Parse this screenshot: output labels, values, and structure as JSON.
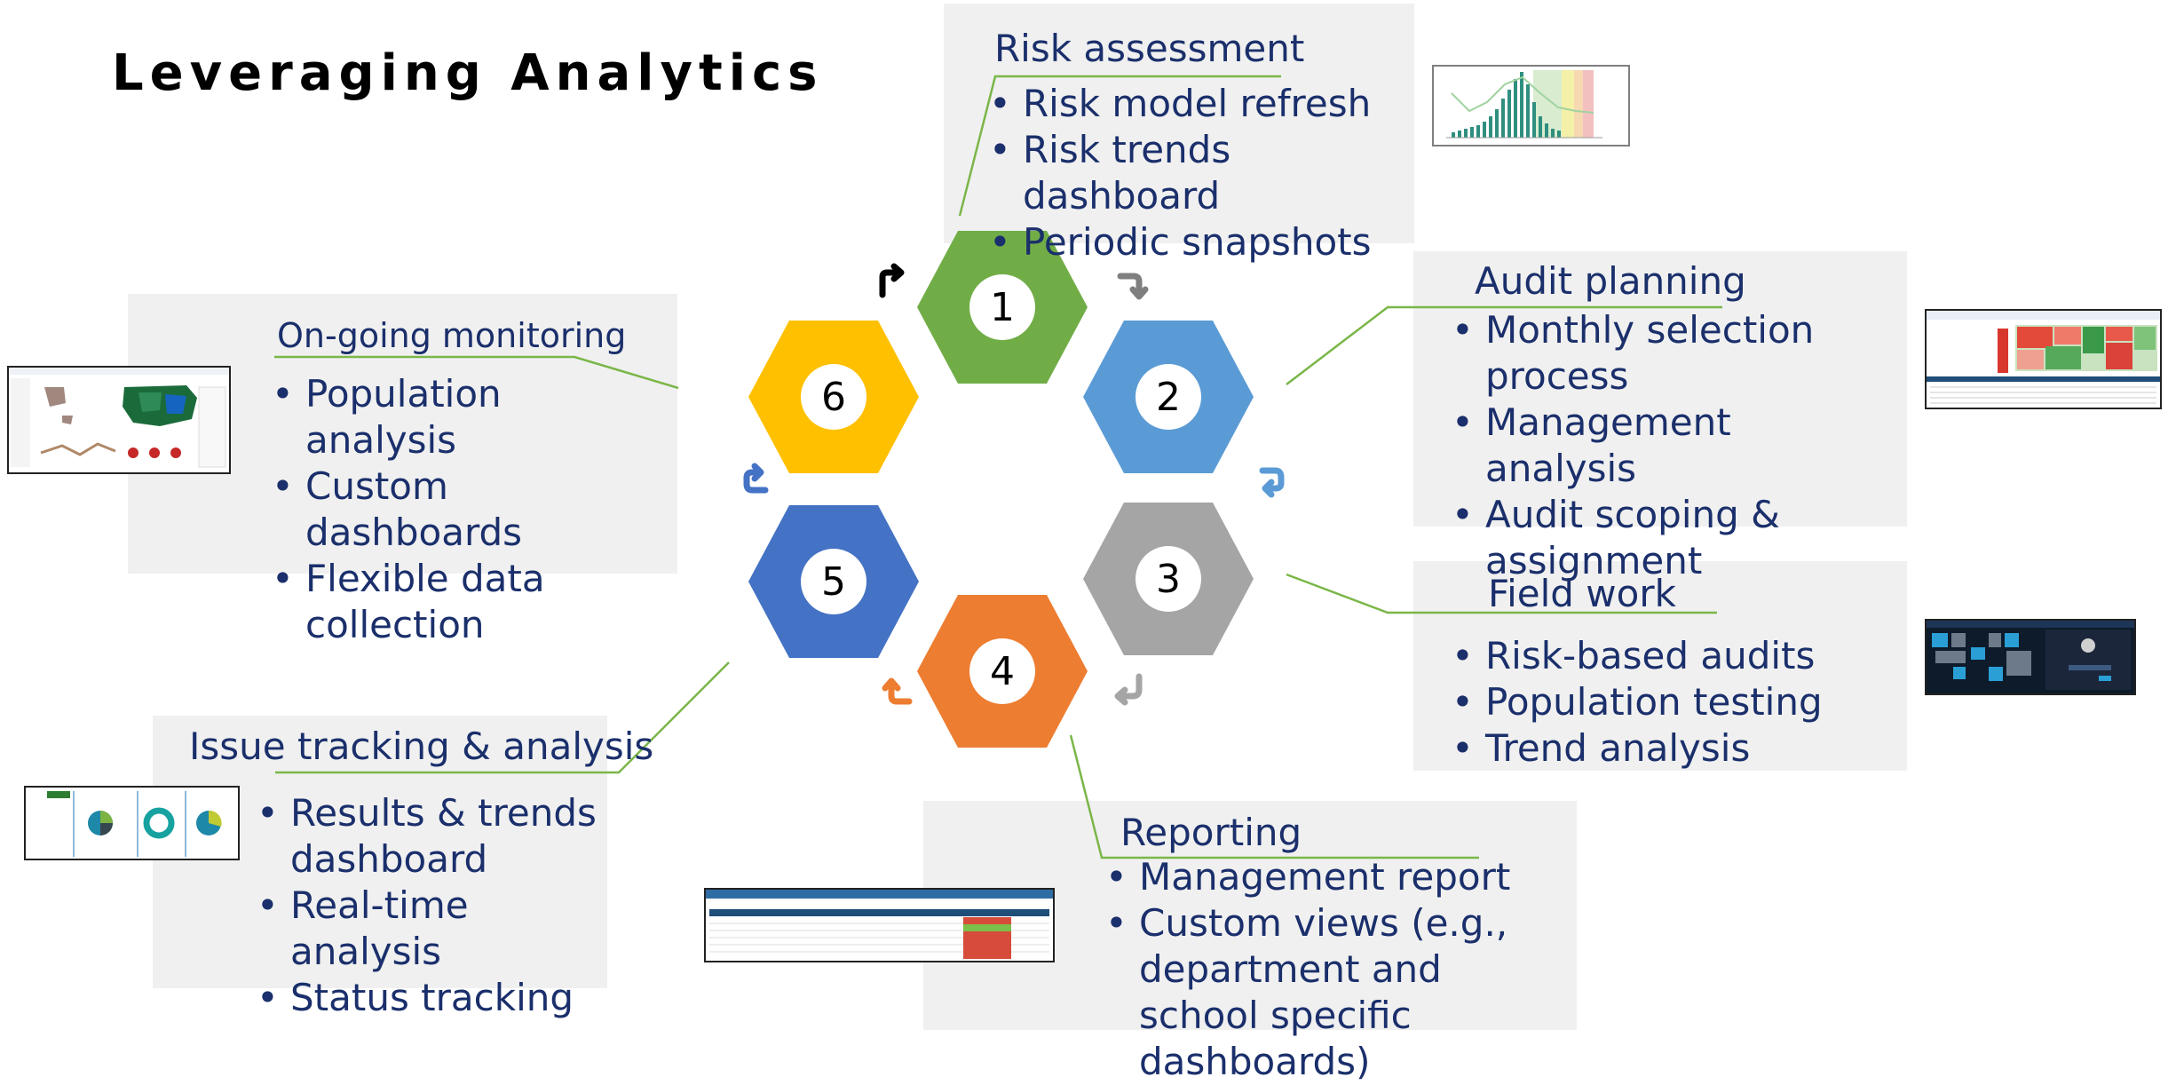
{
  "title": "Leveraging Analytics",
  "colors": {
    "text": "#1a2f6b",
    "connector": "#7ab648",
    "panel": "#f0f0f0",
    "hex1": "#71ad47",
    "hex2": "#5b9bd5",
    "hex3": "#a5a5a5",
    "hex4": "#ed7d31",
    "hex5": "#4472c4",
    "hex6": "#ffc000"
  },
  "cycle": [
    {
      "number": "1",
      "color": "#71ad47"
    },
    {
      "number": "2",
      "color": "#5b9bd5"
    },
    {
      "number": "3",
      "color": "#a5a5a5"
    },
    {
      "number": "4",
      "color": "#ed7d31"
    },
    {
      "number": "5",
      "color": "#4472c4"
    },
    {
      "number": "6",
      "color": "#ffc000"
    }
  ],
  "stages": {
    "risk": {
      "heading": "Risk assessment",
      "items": [
        "Risk model refresh",
        "Risk trends dashboard",
        "Periodic snapshots"
      ]
    },
    "planning": {
      "heading": "Audit planning",
      "items": [
        "Monthly selection process",
        "Management analysis",
        "Audit scoping & assignment"
      ]
    },
    "fieldwork": {
      "heading": "Field work",
      "items": [
        "Risk-based audits",
        "Population testing",
        "Trend analysis"
      ]
    },
    "reporting": {
      "heading": "Reporting",
      "items": [
        "Management report",
        "Custom views (e.g., department and school specific dashboards)"
      ]
    },
    "issues": {
      "heading": "Issue tracking & analysis",
      "items": [
        "Results & trends dashboard",
        "Real-time analysis",
        "Status tracking"
      ]
    },
    "monitoring": {
      "heading": "On-going monitoring",
      "items": [
        "Population analysis",
        "Custom dashboards",
        "Flexible data collection"
      ]
    }
  },
  "icons": {
    "cycle_arrows": "curved-arrow-icon",
    "thumbnails": [
      "risk-chart-thumbnail",
      "heatmap-dashboard-thumbnail",
      "fieldwork-app-thumbnail",
      "report-table-thumbnail",
      "pie-dashboard-thumbnail",
      "map-dashboard-thumbnail"
    ]
  }
}
